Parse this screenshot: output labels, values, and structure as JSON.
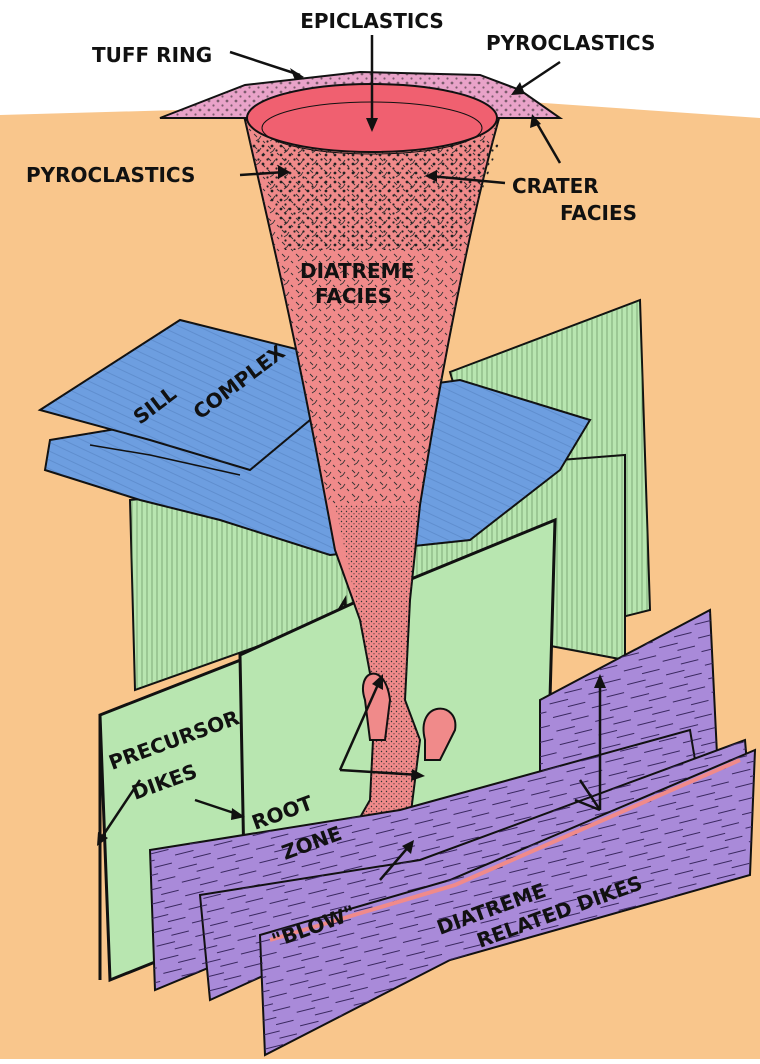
{
  "labels": {
    "epiclastics": "EPICLASTICS",
    "tuff_ring": "TUFF RING",
    "pyroclastics_top": "PYROCLASTICS",
    "pyroclastics_left": "PYROCLASTICS",
    "crater_facies_1": "CRATER",
    "crater_facies_2": "FACIES",
    "diatreme_facies_1": "DIATREME",
    "diatreme_facies_2": "FACIES",
    "sill_complex_1": "SILL",
    "sill_complex_2": "COMPLEX",
    "precursor_dikes_1": "PRECURSOR",
    "precursor_dikes_2": "DIKES",
    "root_zone_1": "ROOT",
    "root_zone_2": "ZONE",
    "blow": "\"BLOW\"",
    "diatreme_related_dikes_1": "DIATREME",
    "diatreme_related_dikes_2": "RELATED DIKES"
  },
  "colors": {
    "country_rock": "#f9c68c",
    "diatreme": "#f08a8a",
    "crater_lake": "#f06070",
    "tuff": "#e9a3c9",
    "sill": "#6d9ee0",
    "precursor_dikes": "#b8e6b0",
    "related_dikes": "#a98ad9",
    "outline": "#111111"
  }
}
